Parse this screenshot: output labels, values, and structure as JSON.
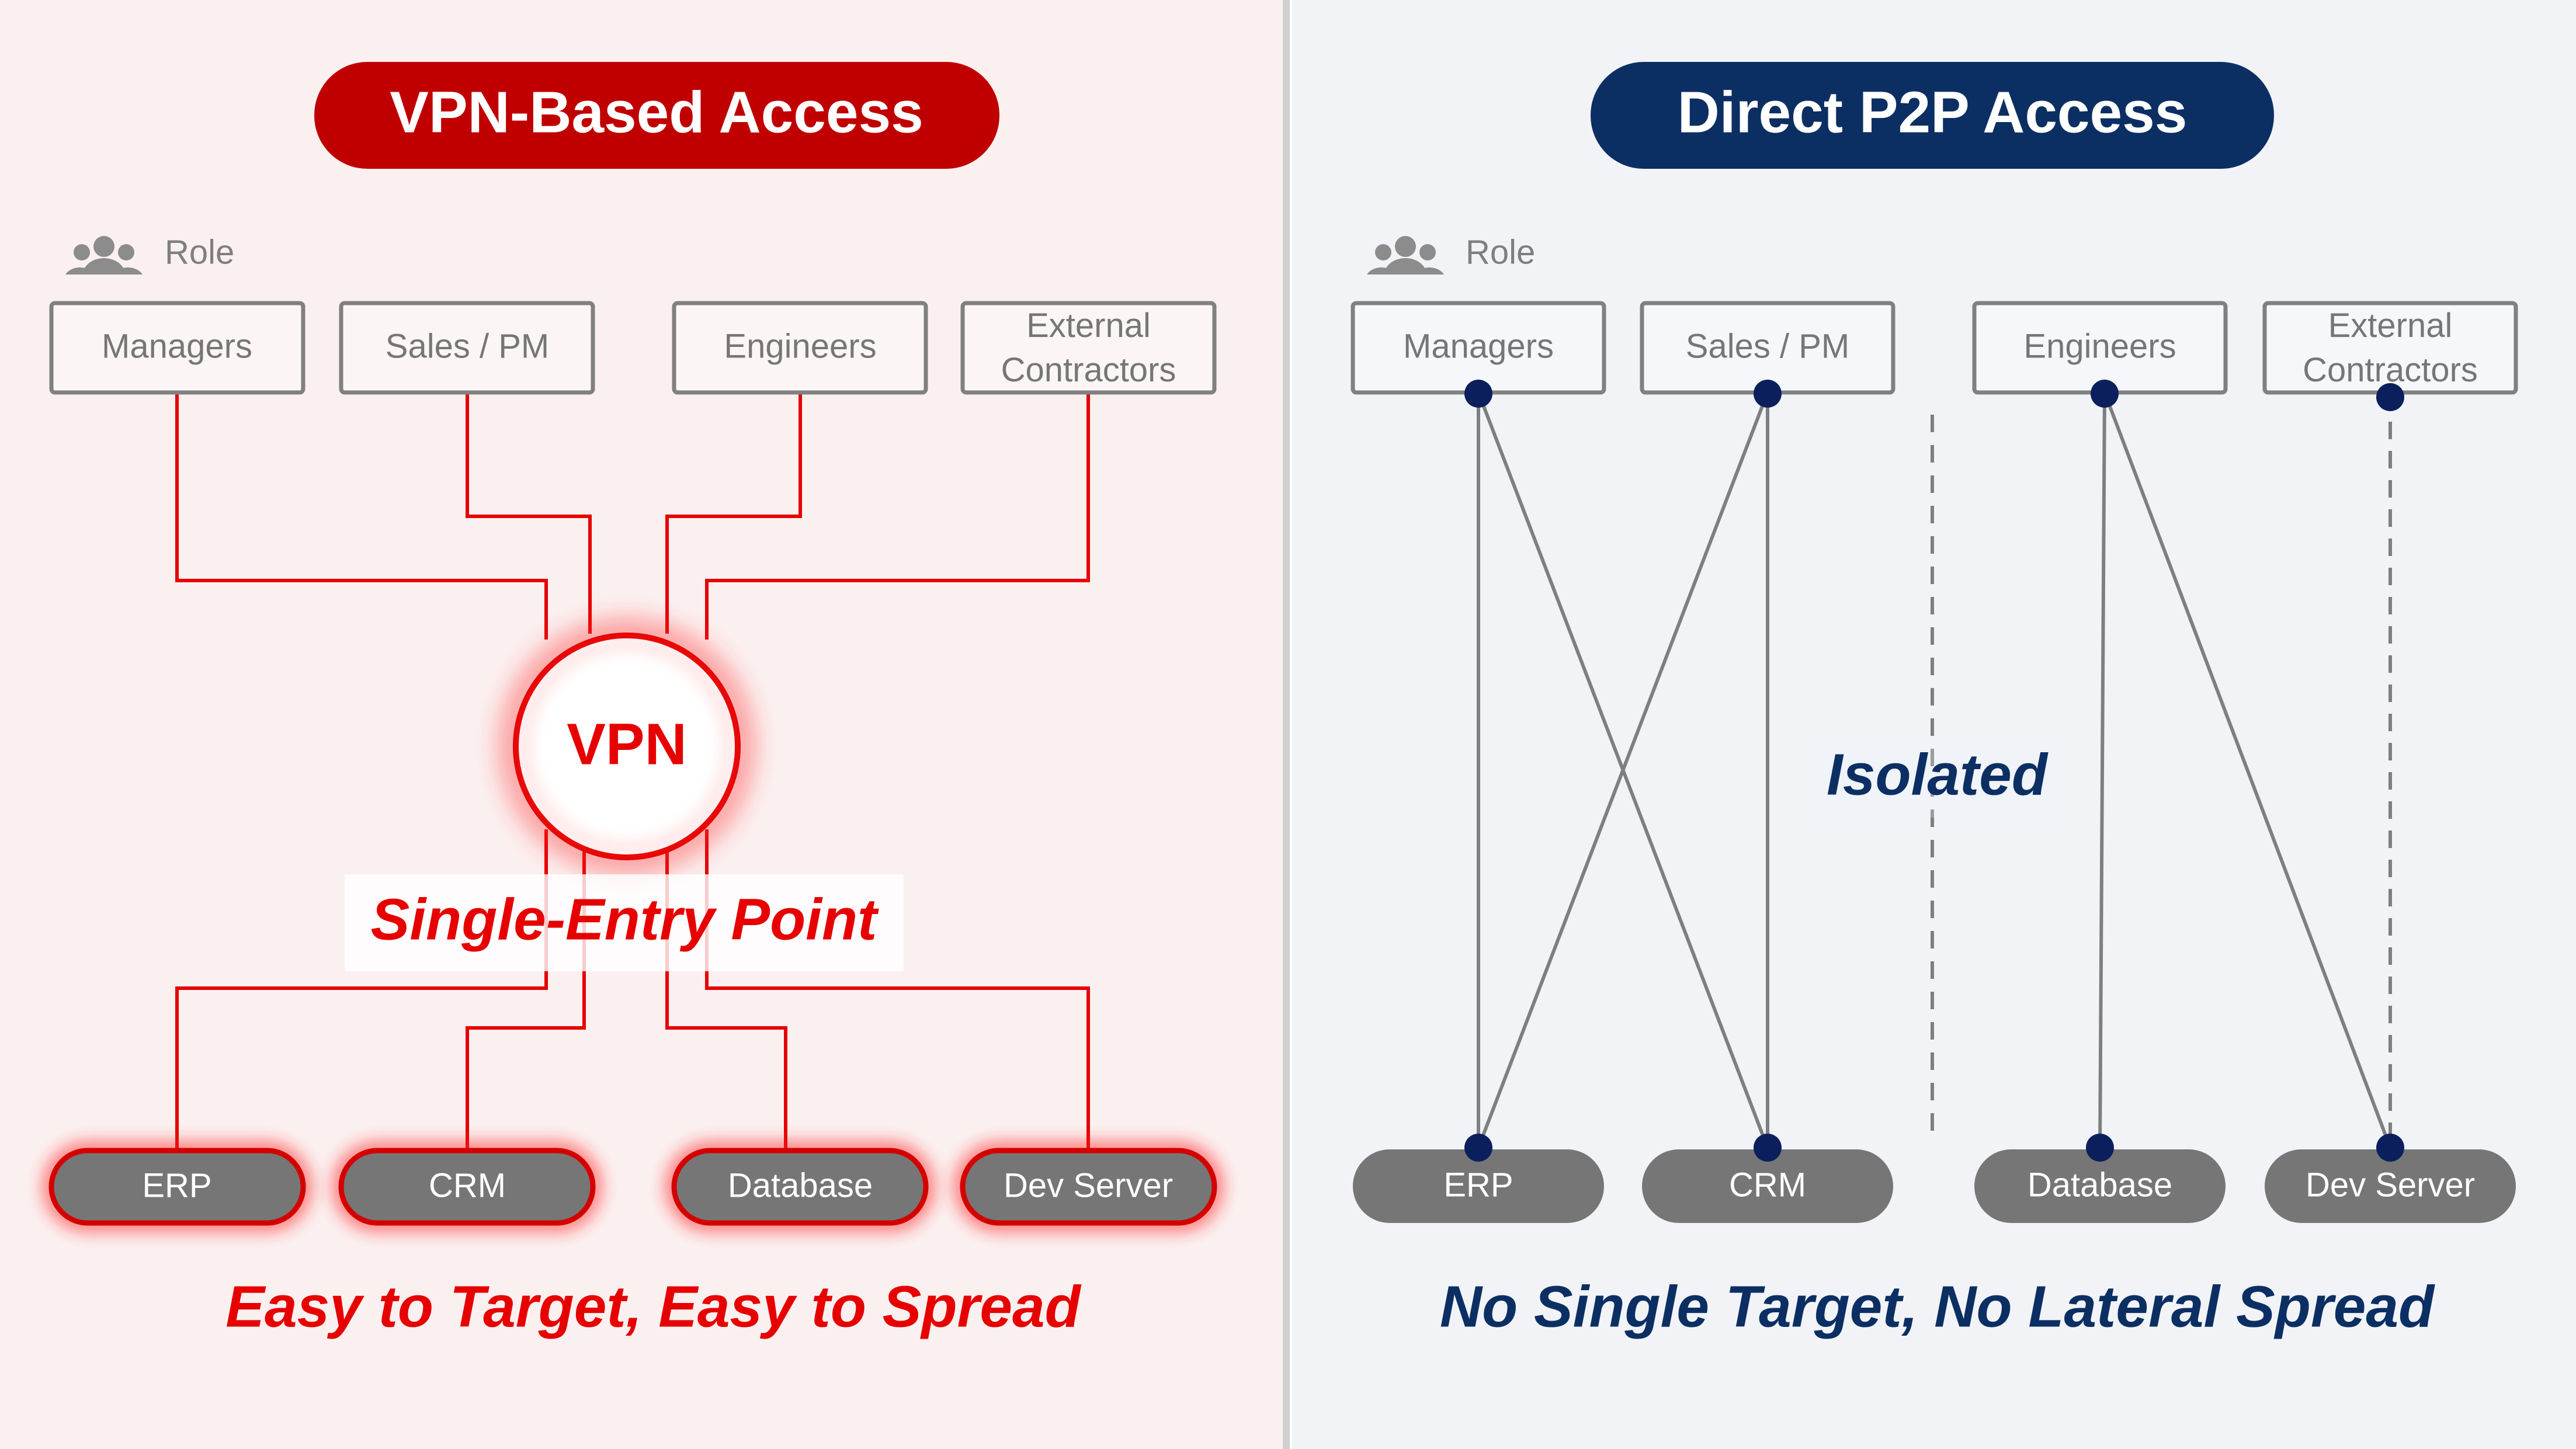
{
  "left": {
    "title": "VPN-Based Access",
    "role_label": "Role",
    "roles": [
      "Managers",
      "Sales / PM",
      "Engineers",
      "External Contractors"
    ],
    "hub_label": "VPN",
    "hub_caption": "Single-Entry Point",
    "resources": [
      "ERP",
      "CRM",
      "Database",
      "Dev Server"
    ],
    "footer": "Easy to Target, Easy to Spread"
  },
  "right": {
    "title": "Direct P2P Access",
    "role_label": "Role",
    "roles": [
      "Managers",
      "Sales / PM",
      "Engineers",
      "External Contractors"
    ],
    "isolation_label": "Isolated",
    "resources": [
      "ERP",
      "CRM",
      "Database",
      "Dev Server"
    ],
    "footer": "No Single Target, No Lateral Spread"
  },
  "colors": {
    "left_bg": "#fbf0f0",
    "right_bg": "#f1f3f7",
    "red": "#e60000",
    "dark_red": "#c00000",
    "navy": "#0c2f63",
    "node_navy": "#0b1f5c",
    "gray_line": "#7f7f7f",
    "resource_fill": "#767676"
  },
  "icons": [
    "group-icon"
  ]
}
